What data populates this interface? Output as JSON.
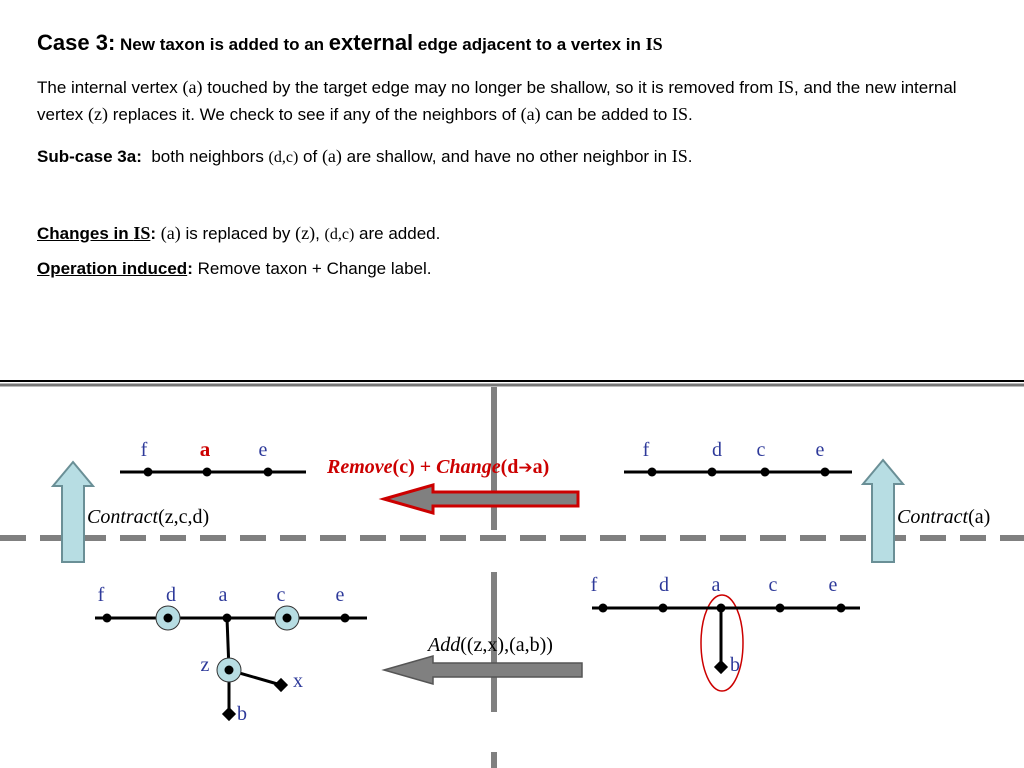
{
  "header": {
    "case_label": "Case 3:",
    "case_pre": "New taxon is added to an ",
    "case_external": "external",
    "case_post": " edge adjacent to a vertex in ",
    "case_is": "IS"
  },
  "description": {
    "p1": "The internal vertex ",
    "a1": "(a)",
    "p2": " touched by the target edge may no longer be shallow, so it is removed from ",
    "is1": "IS",
    "p3": ", and the new internal vertex ",
    "z1": "(z)",
    "p4": " replaces it. We check to see if any of the neighbors of ",
    "a2": "(a)",
    "p5": " can be added to ",
    "is2": "IS",
    "p6": "."
  },
  "subcase": {
    "label": "Sub-case 3a:",
    "p1": "  both neighbors ",
    "dc": "(d,c)",
    "p2": " of ",
    "a": "(a)",
    "p3": " are shallow, and have no other neighbor in ",
    "is": "IS",
    "p4": "."
  },
  "changes": {
    "label_pre": "Changes in ",
    "label_is": "IS",
    "colon": ":",
    "p1": " ",
    "a": "(a)",
    "p2": " is replaced by ",
    "z": "(z)",
    "p3": ", ",
    "dc": "(d,c)",
    "p4": " are added."
  },
  "operation": {
    "label": "Operation induced",
    "colon": ":",
    "text": " Remove taxon + Change label."
  },
  "diagram": {
    "top_left": {
      "f": "f",
      "a": "a",
      "e": "e"
    },
    "top_right": {
      "f": "f",
      "d": "d",
      "c": "c",
      "e": "e"
    },
    "bottom_left": {
      "f": "f",
      "d": "d",
      "a": "a",
      "c": "c",
      "e": "e",
      "z": "z",
      "x": "x",
      "b": "b"
    },
    "bottom_right": {
      "f": "f",
      "d": "d",
      "a": "a",
      "c": "c",
      "e": "e",
      "b": "b"
    },
    "remove": {
      "op": "Remove",
      "arg": "(c)",
      "plus": " + ",
      "change": "Change",
      "open": "(d",
      "arrow": "➔",
      "close": "a)"
    },
    "contract_left": {
      "op": "Contract",
      "arg": "(z,c,d)"
    },
    "contract_right": {
      "op": "Contract",
      "arg": "(a)"
    },
    "add": {
      "op": "Add",
      "arg": "((z,x),(a,b))"
    }
  },
  "colors": {
    "label_blue": "#2e3a9a",
    "remove_red": "#cc0000",
    "arrow_grey": "#808080",
    "arrow_up_fill": "#b7dde3",
    "circle_fill": "#b7dde3",
    "divider": "#808080"
  }
}
